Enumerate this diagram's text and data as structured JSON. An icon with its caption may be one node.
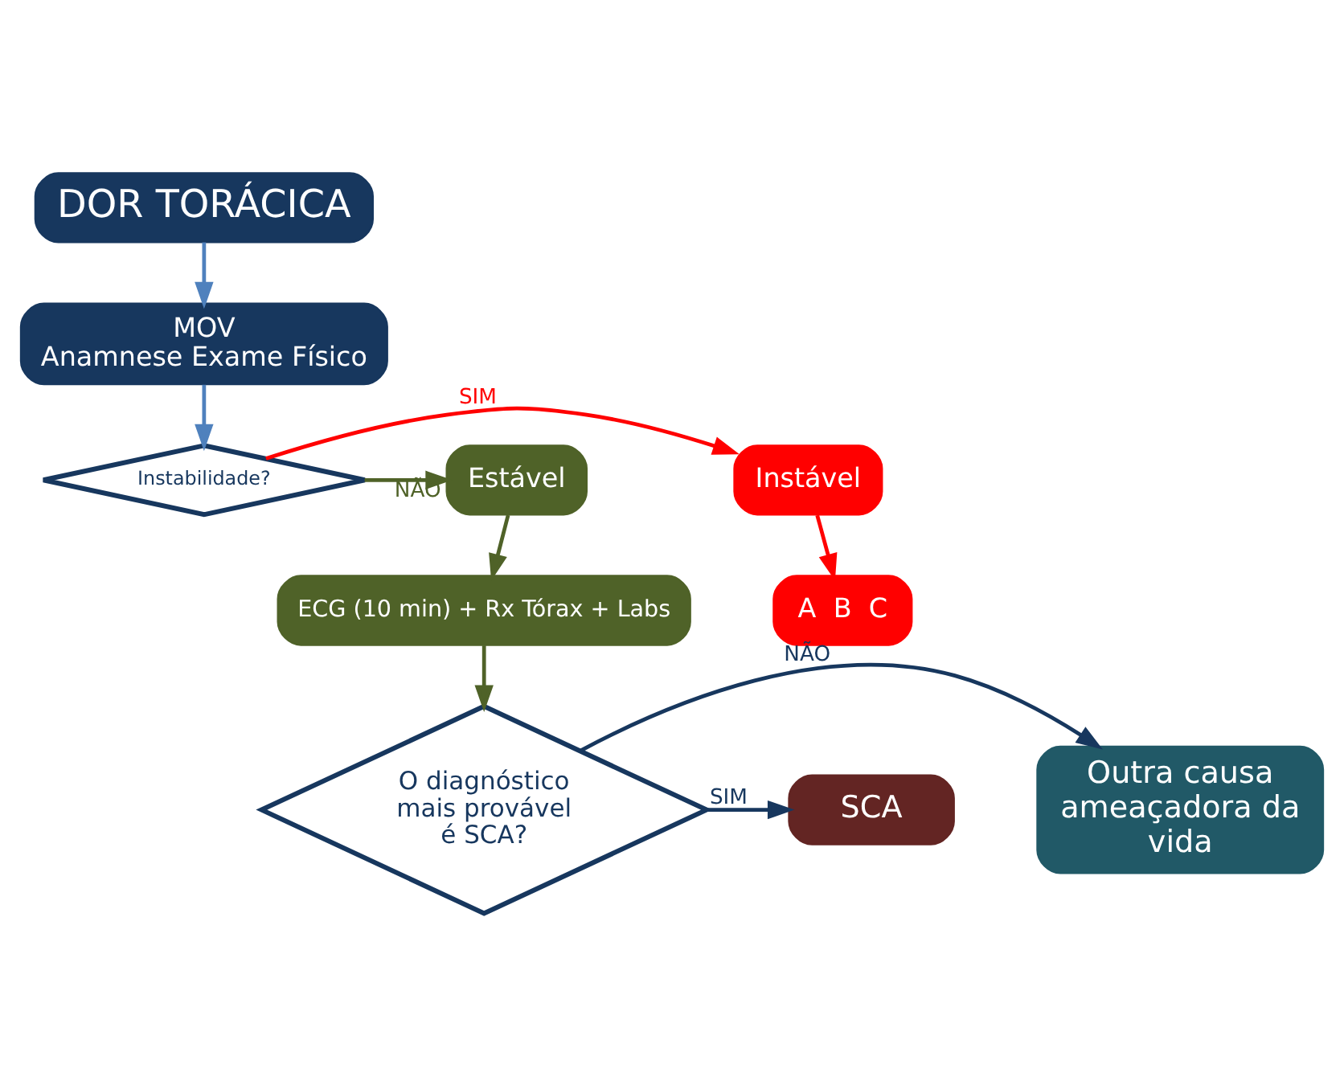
{
  "diagram": {
    "nodes": [
      {
        "text": [
          "DOR TORÁCICA"
        ]
      },
      {
        "text": [
          "MOV",
          "Anamnese Exame Físico"
        ]
      },
      {
        "text": [
          "Instabilidade?"
        ]
      },
      {
        "text": [
          "Instável"
        ]
      },
      {
        "text": [
          "A  B  C"
        ]
      },
      {
        "text": [
          "Estável"
        ]
      },
      {
        "text": [
          "ECG (10 min) + Rx Tórax + Labs"
        ]
      },
      {
        "text": [
          "O diagnóstico mais provável é SCA?"
        ]
      },
      {
        "text": [
          "SCA"
        ]
      },
      {
        "text": [
          "Outra causa ameaçadora da vida"
        ]
      }
    ],
    "edges": [
      {
        "from": 0,
        "to": 1,
        "arrow": "to",
        "color": "#4f81bd"
      },
      {
        "from": 1,
        "to": 2,
        "arrow": "to",
        "color": "#4f81bd"
      },
      {
        "from": 2,
        "to": 3,
        "arrow": "to",
        "label": "SIM",
        "color": "#ff0000"
      },
      {
        "from": 3,
        "to": 4,
        "arrow": "to",
        "color": "#ff0000"
      },
      {
        "from": 2,
        "to": 5,
        "arrow": "to",
        "label": "NÃO",
        "color": "#4f6228"
      },
      {
        "from": 5,
        "to": 6,
        "arrow": "to",
        "color": "#4f6228"
      },
      {
        "from": 6,
        "to": 7,
        "arrow": "to",
        "color": "#4f6228"
      },
      {
        "from": 7,
        "to": 8,
        "arrow": "to",
        "label": "SIM",
        "color": "#17375e"
      },
      {
        "from": 7,
        "to": 9,
        "arrow": "to",
        "label": "NÃO",
        "color": "#17375e"
      }
    ]
  }
}
